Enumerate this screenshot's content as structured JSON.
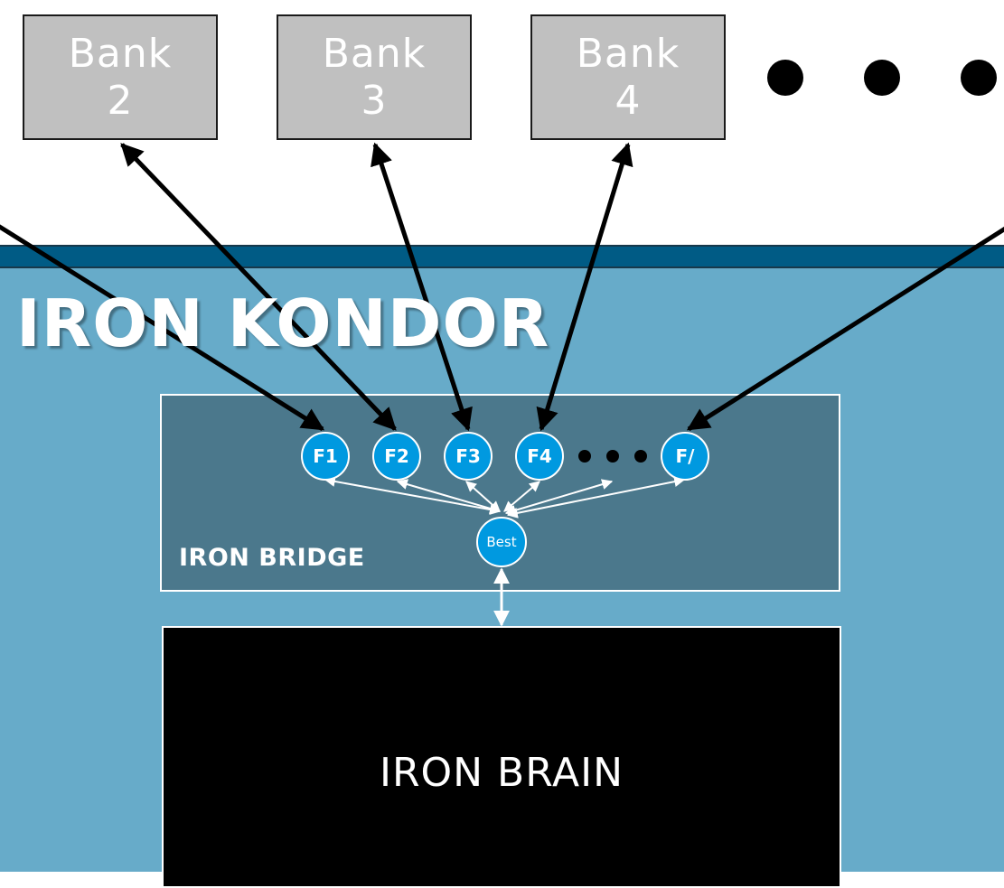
{
  "banks": [
    {
      "line1": "Bank",
      "line2": "2"
    },
    {
      "line1": "Bank",
      "line2": "3"
    },
    {
      "line1": "Bank",
      "line2": "4"
    }
  ],
  "kondor_title": "IRON KONDOR",
  "bridge_label": "IRON BRIDGE",
  "brain_label": "IRON BRAIN",
  "nodes": [
    "F1",
    "F2",
    "F3",
    "F4",
    "F/"
  ],
  "best_label": "Best",
  "colors": {
    "bank_fill": "#c0c0c0",
    "blue_region": "#67abc9",
    "blue_bar": "#005b85",
    "bridge_fill": "#4b788c",
    "node_fill": "#0099e0",
    "brain_fill": "#000000"
  }
}
